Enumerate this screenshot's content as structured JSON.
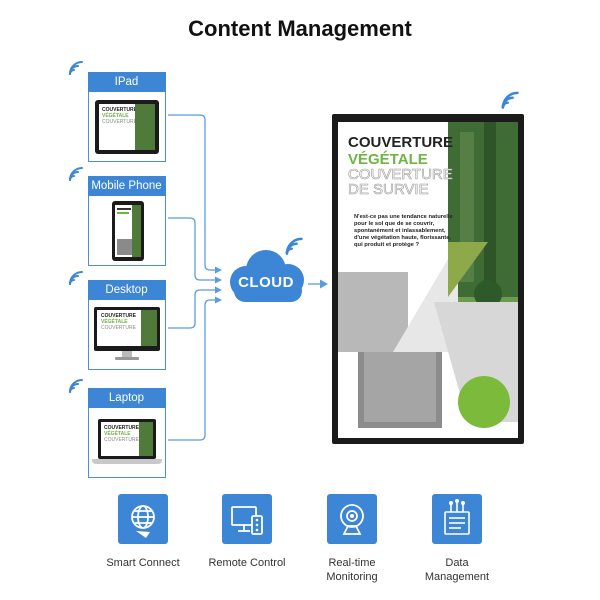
{
  "title": "Content Management",
  "devices": [
    {
      "label": "IPad"
    },
    {
      "label": "Mobile Phone"
    },
    {
      "label": "Desktop"
    },
    {
      "label": "Laptop"
    }
  ],
  "mini_poster": {
    "line1": "COUVERTURE",
    "line2": "VÉGÉTALE",
    "line3": "COUVERTURE"
  },
  "cloud": {
    "label": "CLOUD"
  },
  "poster": {
    "line1": "COUVERTURE",
    "line2": "VÉGÉTALE",
    "line3": "COUVERTURE",
    "line4": "DE SURVIE",
    "body": "N'est-ce pas une tendance naturelle pour le sol que de se couvrir, spontanément et inlassablement, d'une végétation haute, florissante, qui produit et protège ?"
  },
  "features": [
    {
      "label": "Smart Connect"
    },
    {
      "label": "Remote Control"
    },
    {
      "label": "Real-time Monitoring"
    },
    {
      "label": "Data Management"
    }
  ],
  "colors": {
    "accent": "#3d86d6",
    "green": "#6fb544",
    "dark": "#1b1b1b"
  }
}
